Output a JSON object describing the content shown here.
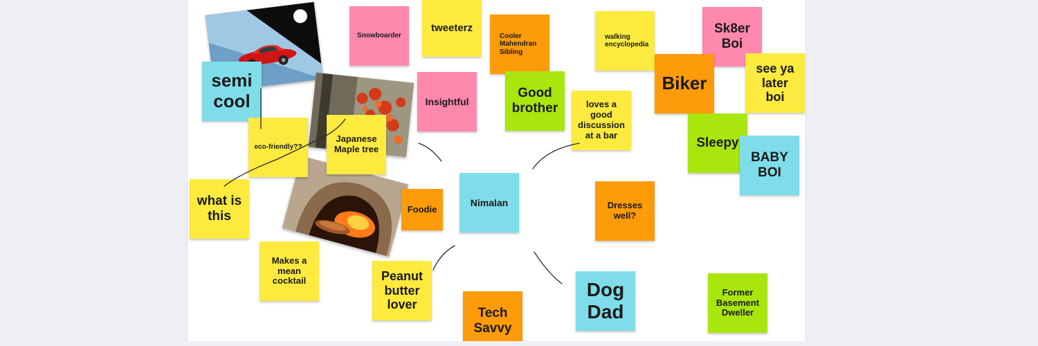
{
  "notes": {
    "snowboarder": "Snowboarder",
    "tweeterz": "tweeterz",
    "cooler": "Cooler Mahendran Sibling",
    "walking": "walking encyclopedia",
    "sk8er": "Sk8er Boi",
    "semicool": "semi cool",
    "insightful": "Insightful",
    "goodbrother": "Good brother",
    "lovesdiscussion": "loves a good discussion at a bar",
    "biker": "Biker",
    "seeya": "see ya later boi",
    "ecofriendly": "eco-friendly??",
    "japanesemaple": "Japanese Maple tree",
    "sleepy": "Sleepy",
    "babyboi": "BABY BOI",
    "whatisthis": "what is this",
    "foodie": "Foodie",
    "nimalan": "Nimalan",
    "dresses": "Dresses well?",
    "makesmean": "Makes a mean cocktail",
    "peanut": "Peanut butter lover",
    "techsavvy": "Tech Savvy",
    "dogdad": "Dog Dad",
    "basement": "Former Basement Dweller"
  },
  "colors": {
    "yellow": "#fdea3f",
    "pink": "#ff88ad",
    "orange": "#fd9b0a",
    "green": "#a8e60e",
    "cyan": "#7fdde9"
  },
  "images": {
    "car": "red-sports-car-photo",
    "maple": "japanese-maple-tree-photo",
    "oven": "pizza-oven-photo"
  }
}
